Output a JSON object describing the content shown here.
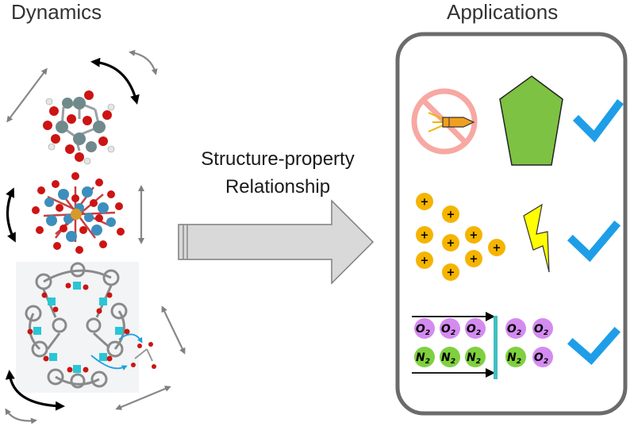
{
  "headings": {
    "left": "Dynamics",
    "right": "Applications"
  },
  "center_label": {
    "line1": "Structure-property",
    "line2": "Relationship"
  },
  "applications": {
    "explosive_row": {
      "status": "check"
    },
    "ion_row": {
      "ion_symbol": "+",
      "ion_count": 9,
      "status": "check"
    },
    "gas_row": {
      "gas_o2": "O",
      "gas_n2": "N",
      "subscript": "2",
      "status": "check"
    }
  },
  "colors": {
    "oxygen_atom": "#cc1414",
    "metal_atom": "#3c8fbd",
    "cage_metal": "#29c6d6",
    "arrow_fill": "#d9d9d9",
    "panel_border": "#6b6b6b",
    "pentagon": "#7dc242",
    "ion": "#f5b400",
    "lightning": "#ffff00",
    "check": "#1e9ee8",
    "o2_gas": "#d48bf0",
    "n2_gas": "#7fd040",
    "membrane": "#3fbfc0",
    "no_sign": "#f7a8a3"
  },
  "icons": [
    "rotate-arrow-icon",
    "double-arrow-icon",
    "no-entry-sign-icon",
    "bullet-icon",
    "pentagon-icon",
    "lightning-icon",
    "checkmark-icon",
    "membrane-icon"
  ]
}
